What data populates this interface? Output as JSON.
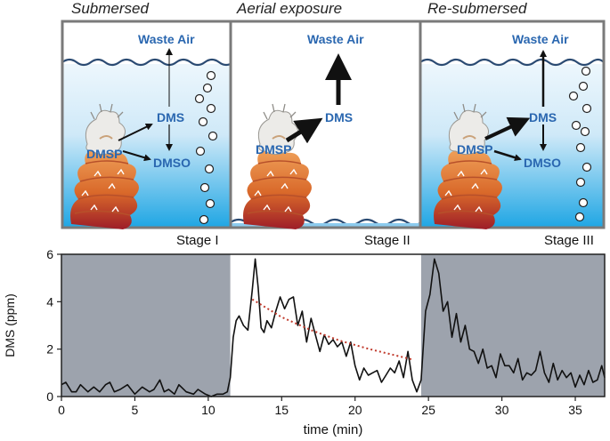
{
  "panels": [
    {
      "title": "Submersed",
      "stage": "Stage I",
      "labels": {
        "waste_air": "Waste Air",
        "dms": "DMS",
        "dmsp": "DMSP",
        "dmso": "DMSO"
      }
    },
    {
      "title": "Aerial exposure",
      "stage": "Stage II",
      "labels": {
        "waste_air": "Waste Air",
        "dms": "DMS",
        "dmsp": "DMSP"
      }
    },
    {
      "title": "Re-submersed",
      "stage": "Stage III",
      "labels": {
        "waste_air": "Waste Air",
        "dms": "DMS",
        "dmsp": "DMSP",
        "dmso": "DMSO"
      }
    }
  ],
  "chart_data": {
    "type": "line",
    "xlabel": "time (min)",
    "ylabel": "DMS (ppm)",
    "xlim": [
      0,
      37
    ],
    "ylim": [
      0,
      6
    ],
    "xticks": [
      0,
      5,
      10,
      15,
      20,
      25,
      30,
      35
    ],
    "yticks": [
      0,
      2,
      4,
      6
    ],
    "shaded_regions": [
      [
        0,
        11.5
      ],
      [
        24.5,
        37
      ]
    ],
    "colors": {
      "line": "#111111",
      "shade": "#9da3ad",
      "trend": "#c0392b"
    },
    "series": [
      {
        "x": [
          0,
          0.3,
          0.7,
          1,
          1.3,
          1.8,
          2.2,
          2.6,
          3,
          3.3,
          3.6,
          4,
          4.5,
          5,
          5.5,
          6,
          6.3,
          6.7,
          7,
          7.3,
          7.7,
          8,
          8.5,
          9,
          9.3,
          9.8,
          10.2,
          10.6,
          11,
          11.3,
          11.5,
          11.7,
          11.9,
          12.1,
          12.4,
          12.7,
          13,
          13.2,
          13.4,
          13.6,
          13.8,
          14,
          14.3,
          14.6,
          14.9,
          15.2,
          15.5,
          15.8,
          16.1,
          16.4,
          16.7,
          17,
          17.3,
          17.6,
          17.9,
          18.2,
          18.5,
          18.8,
          19.1,
          19.4,
          19.7,
          20,
          20.3,
          20.6,
          20.9,
          21.2,
          21.5,
          21.8,
          22.1,
          22.4,
          22.7,
          23,
          23.3,
          23.6,
          23.9,
          24.2,
          24.5,
          24.8,
          25.1,
          25.4,
          25.7,
          26,
          26.3,
          26.6,
          26.9,
          27.2,
          27.5,
          27.8,
          28.1,
          28.4,
          28.7,
          29,
          29.3,
          29.6,
          29.9,
          30.2,
          30.5,
          30.8,
          31.1,
          31.4,
          31.7,
          32,
          32.3,
          32.6,
          32.9,
          33.2,
          33.5,
          33.8,
          34.1,
          34.4,
          34.7,
          35,
          35.3,
          35.6,
          35.9,
          36.2,
          36.5,
          36.8,
          37
        ],
        "y": [
          0.5,
          0.6,
          0.2,
          0.2,
          0.5,
          0.2,
          0.4,
          0.2,
          0.5,
          0.6,
          0.2,
          0.3,
          0.5,
          0.1,
          0.4,
          0.2,
          0.3,
          0.7,
          0.2,
          0.3,
          0.1,
          0.5,
          0.2,
          0.1,
          0.3,
          0.1,
          0.0,
          0.1,
          0.1,
          0.2,
          0.8,
          2.5,
          3.2,
          3.4,
          3.0,
          2.8,
          4.5,
          5.8,
          4.6,
          2.9,
          2.7,
          3.2,
          2.9,
          3.6,
          4.2,
          3.7,
          4.1,
          4.2,
          3.0,
          3.6,
          2.3,
          3.3,
          2.6,
          1.9,
          2.6,
          2.2,
          2.4,
          2.1,
          2.3,
          1.7,
          2.3,
          1.3,
          0.7,
          1.2,
          0.9,
          1.0,
          1.1,
          0.6,
          0.9,
          1.2,
          1.0,
          1.5,
          0.8,
          1.9,
          0.7,
          0.2,
          0.7,
          3.6,
          4.3,
          5.8,
          5.2,
          3.6,
          4.0,
          2.5,
          3.5,
          2.3,
          3.0,
          2.0,
          1.9,
          1.4,
          2.0,
          1.2,
          1.3,
          0.8,
          1.8,
          1.3,
          1.3,
          1.0,
          1.6,
          0.7,
          1.0,
          0.9,
          1.1,
          1.9,
          1.0,
          0.6,
          1.4,
          0.7,
          1.1,
          0.8,
          1.0,
          0.4,
          0.9,
          0.5,
          1.1,
          0.6,
          0.7,
          1.3,
          0.8
        ]
      },
      {
        "x": [
          13,
          15,
          17,
          19,
          21,
          23,
          24
        ],
        "y": [
          4.1,
          3.35,
          2.8,
          2.35,
          2.0,
          1.7,
          1.55
        ]
      }
    ]
  }
}
